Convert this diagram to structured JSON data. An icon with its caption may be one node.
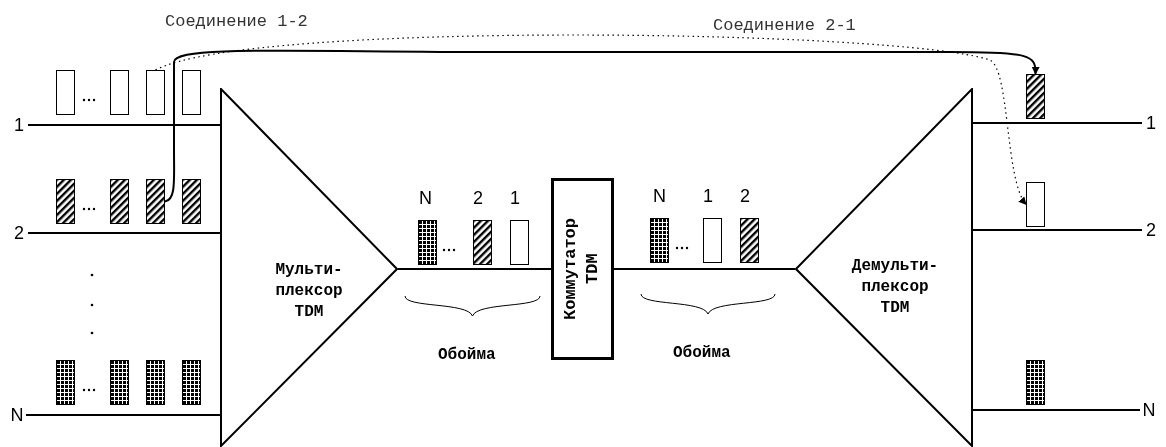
{
  "diagram": {
    "nodes": [
      {
        "text": [
          "1"
        ]
      },
      {
        "text": [],
        "shape": "bar"
      },
      {
        "text": [
          "Мульти- плексор TDM"
        ]
      },
      {
        "text": [
          "2"
        ]
      },
      {
        "text": [],
        "shape": "bar"
      },
      {
        "text": [
          "N"
        ]
      },
      {
        "text": [
          "Коммутатор TDM"
        ]
      },
      {
        "text": [
          "Демульти- плексор TDM"
        ]
      },
      {
        "text": [],
        "shape": "bar"
      },
      {
        "text": [
          "1"
        ]
      },
      {
        "text": [],
        "shape": "bar"
      },
      {
        "text": [
          "2"
        ]
      },
      {
        "text": [
          "N"
        ]
      },
      {
        "text": [],
        "shape": "bar"
      },
      {
        "text": [],
        "shape": "bar"
      },
      {
        "text": [],
        "shape": "bar"
      },
      {
        "text": [],
        "shape": "bar"
      },
      {
        "text": [],
        "shape": "bar"
      },
      {
        "text": [],
        "shape": "bar"
      },
      {
        "text": [],
        "shape": "bar"
      },
      {
        "text": [],
        "shape": "bar"
      },
      {
        "text": [],
        "shape": "bar"
      },
      {
        "text": [],
        "shape": "bar"
      },
      {
        "text": [],
        "shape": "bar"
      },
      {
        "text": [],
        "shape": "bar"
      },
      {
        "text": [],
        "shape": "bar"
      },
      {
        "text": [],
        "shape": "bar"
      },
      {
        "text": [],
        "shape": "bar"
      },
      {
        "text": [],
        "shape": "bar"
      },
      {
        "text": [],
        "shape": "bar"
      }
    ],
    "edges": [
      {
        "from": 0,
        "to": 2,
        "arrow": "none"
      },
      {
        "from": 3,
        "to": 2,
        "arrow": "none"
      },
      {
        "from": 5,
        "to": 2,
        "arrow": "none"
      },
      {
        "from": 2,
        "to": 6,
        "arrow": "none"
      },
      {
        "from": 6,
        "to": 7,
        "arrow": "none"
      },
      {
        "from": 7,
        "to": 9,
        "arrow": "none"
      },
      {
        "from": 7,
        "to": 11,
        "arrow": "none"
      },
      {
        "from": 7,
        "to": 12,
        "arrow": "none"
      },
      {
        "from": 1,
        "to": 10,
        "arrow": "to",
        "style": "dashed",
        "label": "Соединение 1-2"
      },
      {
        "from": 4,
        "to": 8,
        "arrow": "to",
        "label": "Соединение 2-1"
      }
    ],
    "labels": [
      "N",
      "2",
      "1",
      "N",
      "1",
      "2",
      "Обойма",
      "Обойма"
    ]
  }
}
